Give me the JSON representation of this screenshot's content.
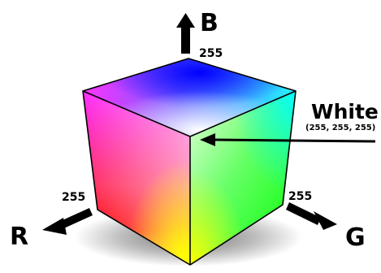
{
  "axes": {
    "blue": {
      "letter": "B",
      "max": "255"
    },
    "red": {
      "letter": "R",
      "max": "255"
    },
    "green": {
      "letter": "G",
      "max": "255"
    }
  },
  "white_corner": {
    "title": "White",
    "value": "(255, 255, 255)"
  },
  "colors": {
    "black": "#000000",
    "white": "#ffffff",
    "red": "#ff0000",
    "green": "#00ff00",
    "blue": "#0000ff",
    "cyan": "#00ffff",
    "magenta": "#ff00ff",
    "yellow": "#ffff00"
  }
}
